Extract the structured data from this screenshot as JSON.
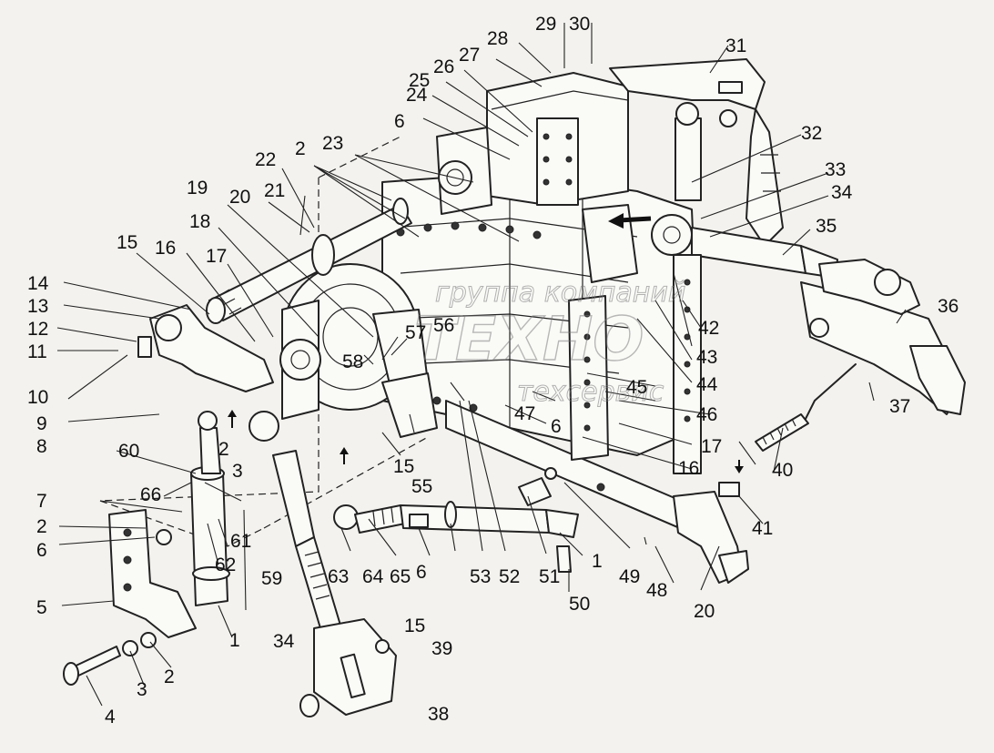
{
  "watermark": {
    "line1": "группа компаний",
    "line2": "ТЕХНО",
    "line3": "техсервис"
  },
  "callouts": [
    "1",
    "2",
    "3",
    "4",
    "5",
    "6",
    "7",
    "8",
    "9",
    "10",
    "11",
    "12",
    "13",
    "14",
    "15",
    "16",
    "17",
    "18",
    "19",
    "20",
    "21",
    "22",
    "23",
    "24",
    "25",
    "26",
    "27",
    "28",
    "29",
    "30",
    "31",
    "32",
    "33",
    "34",
    "35",
    "36",
    "37",
    "38",
    "39",
    "40",
    "41",
    "42",
    "43",
    "44",
    "45",
    "46",
    "47",
    "48",
    "49",
    "50",
    "51",
    "52",
    "53",
    "55",
    "56",
    "57",
    "58",
    "59",
    "60",
    "61",
    "62",
    "63",
    "64",
    "65",
    "66"
  ]
}
